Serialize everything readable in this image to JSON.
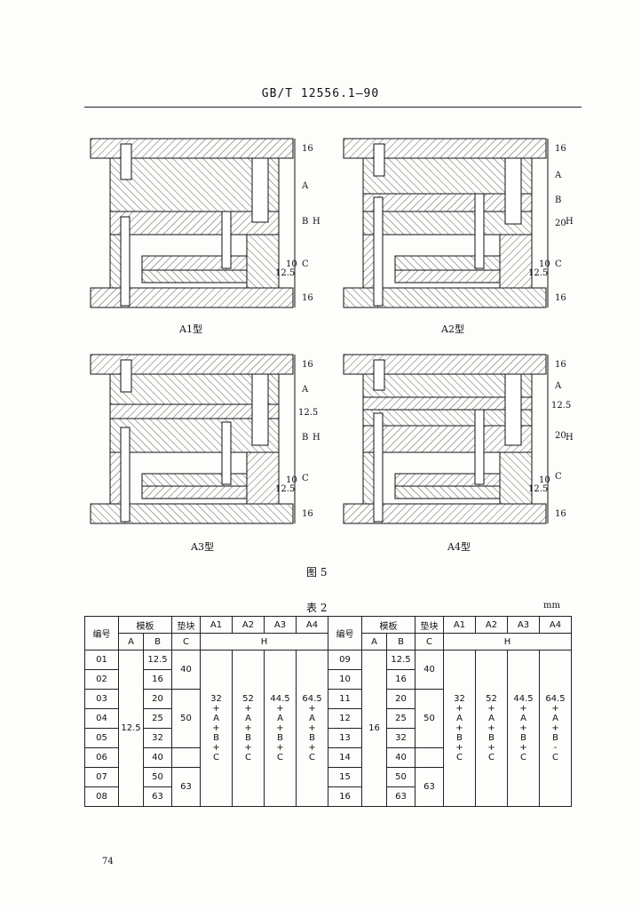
{
  "header": {
    "standard": "GB/T 12556.1—90"
  },
  "figures": [
    {
      "caption": "A1型",
      "labels": [
        "16",
        "A",
        "B",
        "H",
        "C",
        "10",
        "12.5",
        "16"
      ]
    },
    {
      "caption": "A2型",
      "labels": [
        "16",
        "A",
        "B",
        "20",
        "H",
        "C",
        "10",
        "12.5",
        "16"
      ]
    },
    {
      "caption": "A3型",
      "labels": [
        "16",
        "A",
        "12.5",
        "B",
        "H",
        "C",
        "10",
        "12.5",
        "16"
      ]
    },
    {
      "caption": "A4型",
      "labels": [
        "16",
        "A",
        "12.5",
        "20",
        "H",
        "C",
        "10",
        "12.5",
        "16"
      ]
    }
  ],
  "figure_title": "图 5",
  "table_title": "表 2",
  "unit": "mm",
  "table": {
    "headers": {
      "code": "编号",
      "template": "模板",
      "block": "垫块",
      "A": "A",
      "B": "B",
      "C": "C",
      "H": "H",
      "types": [
        "A1",
        "A2",
        "A3",
        "A4"
      ]
    },
    "left": {
      "codes": [
        "01",
        "02",
        "03",
        "04",
        "05",
        "06",
        "07",
        "08"
      ],
      "A_value": "12.5",
      "B_values": [
        "12.5",
        "16",
        "20",
        "25",
        "32",
        "40",
        "50",
        "63"
      ],
      "C_values": [
        "40",
        "50",
        "63"
      ],
      "formulas": [
        [
          "32",
          "+",
          "A",
          "+",
          "B",
          "+",
          "C"
        ],
        [
          "52",
          "+",
          "A",
          "+",
          "B",
          "+",
          "C"
        ],
        [
          "44.5",
          "+",
          "A",
          "+",
          "B",
          "+",
          "C"
        ],
        [
          "64.5",
          "+",
          "A",
          "+",
          "B",
          "+",
          "C"
        ]
      ]
    },
    "right": {
      "codes": [
        "09",
        "10",
        "11",
        "12",
        "13",
        "14",
        "15",
        "16"
      ],
      "A_value": "16",
      "B_values": [
        "12.5",
        "16",
        "20",
        "25",
        "32",
        "40",
        "50",
        "63"
      ],
      "C_values": [
        "40",
        "50",
        "63"
      ],
      "formulas": [
        [
          "32",
          "+",
          "A",
          "+",
          "B",
          "+",
          "C"
        ],
        [
          "52",
          "+",
          "A",
          "+",
          "B",
          "+",
          "C"
        ],
        [
          "44.5",
          "+",
          "A",
          "+",
          "B",
          "+",
          "C"
        ],
        [
          "64.5",
          "+",
          "A",
          "+",
          "B",
          "-",
          "C"
        ]
      ]
    }
  },
  "page_number": "74"
}
